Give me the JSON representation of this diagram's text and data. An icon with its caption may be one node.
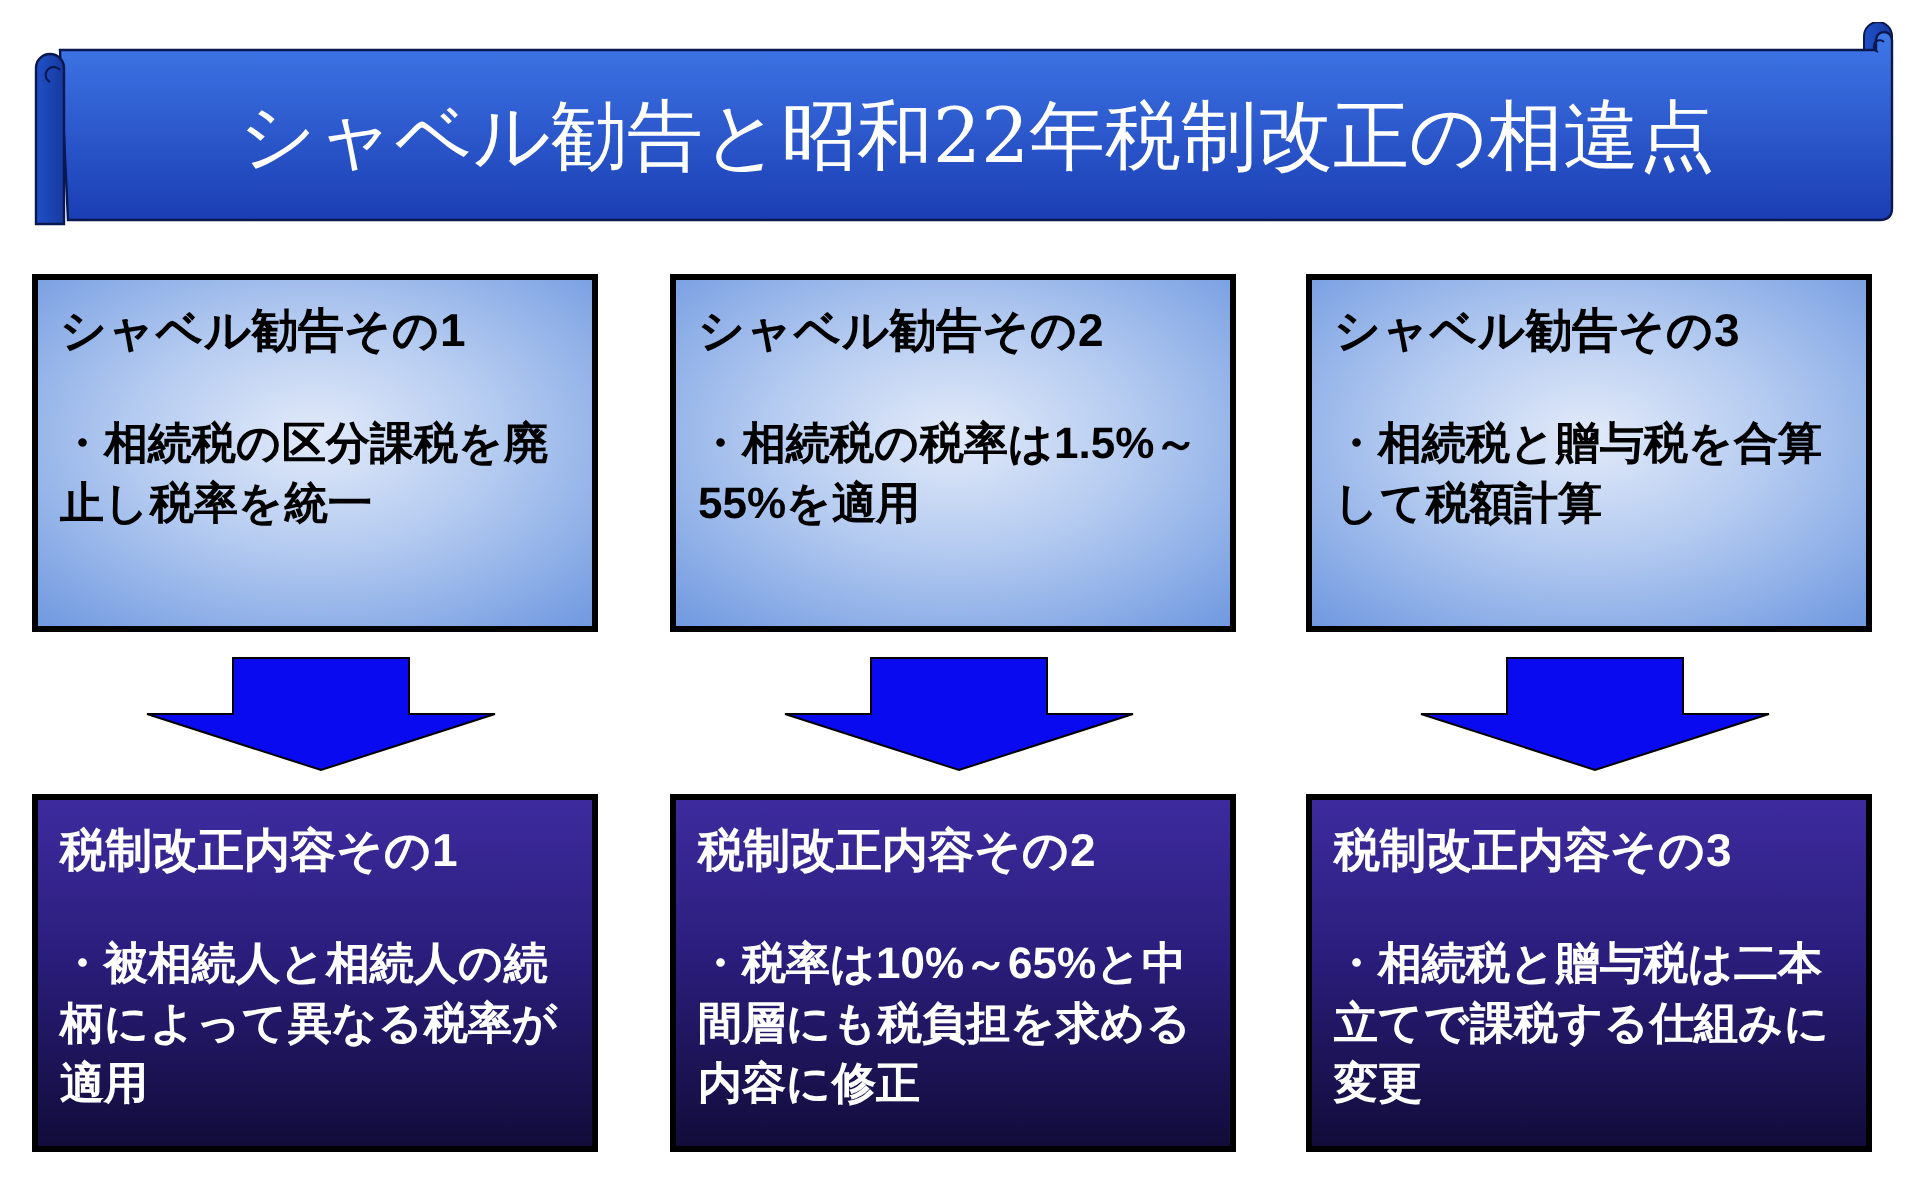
{
  "diagram": {
    "title": "シャベル勧告と昭和22年税制改正の相違点",
    "nodes": [
      {
        "text": [
          "シャベル勧告その1",
          "・相続税の区分課税を廃止し税率を統一"
        ]
      },
      {
        "text": [
          "シャベル勧告その2",
          "・相続税の税率は1.5%～55%を適用"
        ]
      },
      {
        "text": [
          "シャベル勧告その3",
          "・相続税と贈与税を合算して税額計算"
        ]
      },
      {
        "text": [
          "税制改正内容その1",
          "・被相続人と相続人の続柄によって異なる税率が適用"
        ]
      },
      {
        "text": [
          "税制改正内容その2",
          "・税率は10%～65%と中間層にも税負担を求める内容に修正"
        ]
      },
      {
        "text": [
          "税制改正内容その3",
          "・相続税と贈与税は二本立てで課税する仕組みに変更"
        ]
      }
    ],
    "edges": [
      {
        "from": 0,
        "to": 3,
        "arrow": "to"
      },
      {
        "from": 1,
        "to": 4,
        "arrow": "to"
      },
      {
        "from": 2,
        "to": 5,
        "arrow": "to"
      }
    ]
  }
}
